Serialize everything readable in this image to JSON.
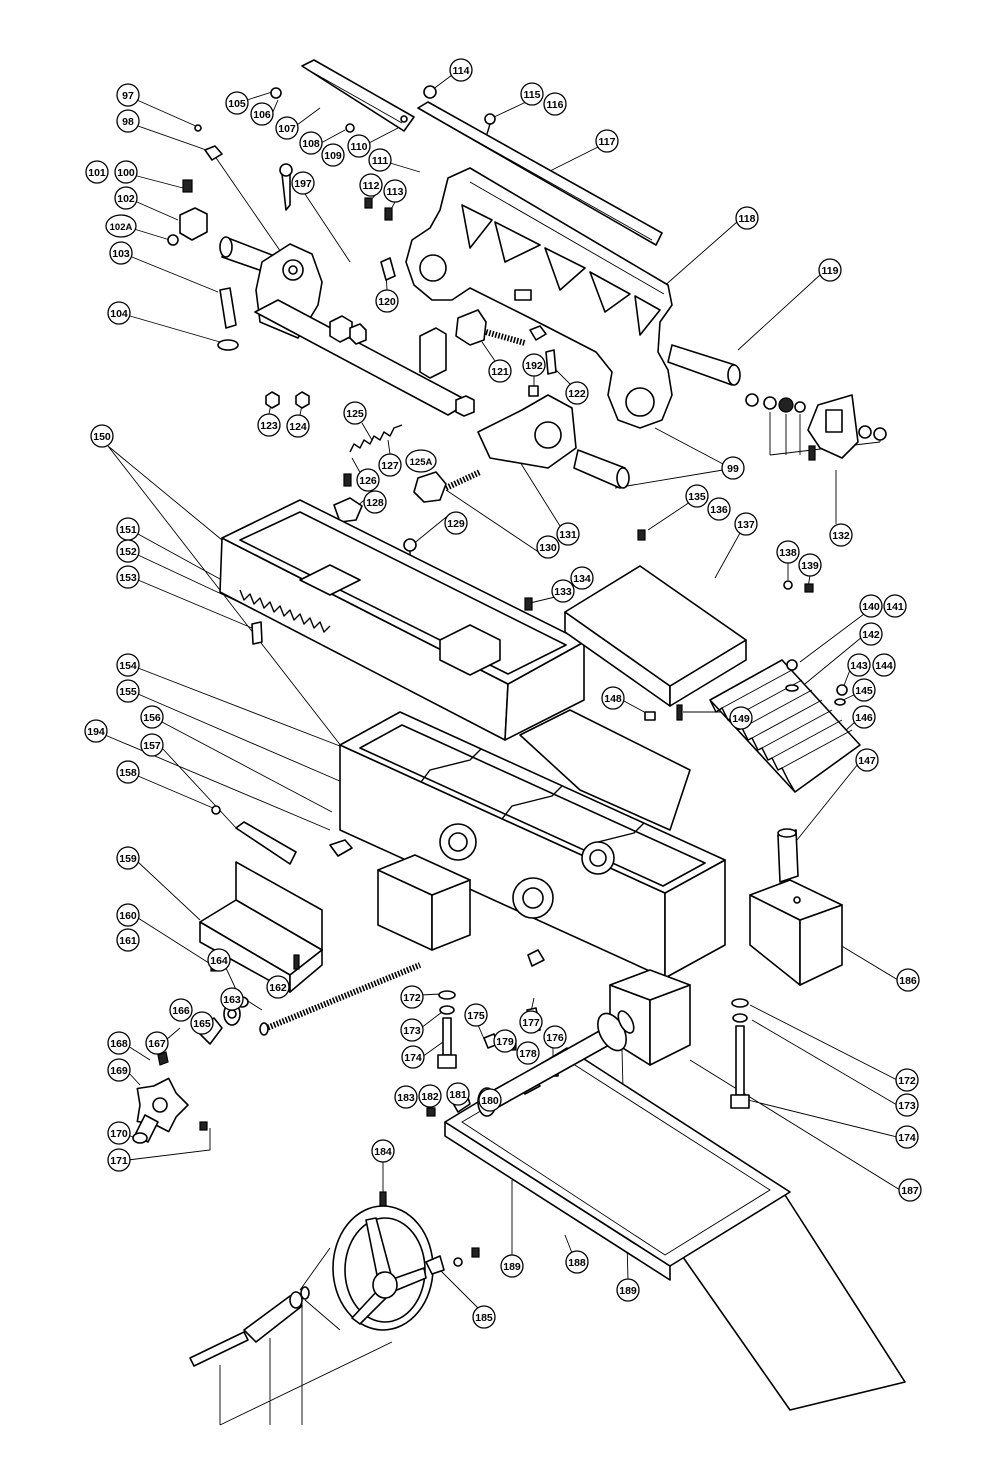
{
  "colors": {
    "ink": "#000000",
    "paper": "#ffffff"
  },
  "callouts": [
    "97",
    "98",
    "101",
    "100",
    "102",
    "102A",
    "103",
    "104",
    "105",
    "106",
    "107",
    "108",
    "109",
    "110",
    "111",
    "112",
    "113",
    "114",
    "115",
    "116",
    "117",
    "118",
    "119",
    "197",
    "120",
    "121",
    "192",
    "122",
    "99",
    "123",
    "124",
    "125",
    "127",
    "125A",
    "126",
    "128",
    "129",
    "130",
    "131",
    "132",
    "135",
    "136",
    "137",
    "133",
    "134",
    "138",
    "139",
    "140",
    "141",
    "142",
    "143",
    "144",
    "145",
    "146",
    "147",
    "148",
    "149",
    "150",
    "151",
    "152",
    "153",
    "154",
    "155",
    "156",
    "194",
    "157",
    "158",
    "159",
    "160",
    "161",
    "162",
    "163",
    "164",
    "165",
    "166",
    "167",
    "168",
    "169",
    "170",
    "171",
    "172",
    "173",
    "174",
    "175",
    "177",
    "176",
    "179",
    "178",
    "180",
    "181",
    "182",
    "183",
    "184",
    "185",
    "186",
    "172",
    "173",
    "174",
    "187",
    "188",
    "189",
    "189"
  ]
}
